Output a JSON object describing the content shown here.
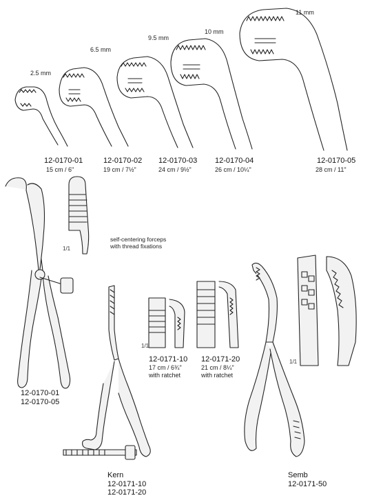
{
  "top_row": [
    {
      "jaw": "2.5 mm",
      "code": "12-0170-01",
      "size": "15 cm / 6\""
    },
    {
      "jaw": "6.5 mm",
      "code": "12-0170-02",
      "size": "19 cm / 7½\""
    },
    {
      "jaw": "9.5 mm",
      "code": "12-0170-03",
      "size": "24 cm / 9½\""
    },
    {
      "jaw": "10 mm",
      "code": "12-0170-04",
      "size": "26 cm / 10¼\""
    },
    {
      "jaw": "11 mm",
      "code": "12-0170-05",
      "size": "28 cm / 11\""
    }
  ],
  "self_centering": {
    "note_line1": "self-centering forceps",
    "note_line2": "with thread fixations",
    "scale": "1/1",
    "code1": "12-0170-01",
    "code2": "12-0170-05"
  },
  "kern": {
    "name": "Kern",
    "code1": "12-0171-10",
    "code2": "12-0171-20",
    "scale": "1/1",
    "variants": [
      {
        "code": "12-0171-10",
        "size": "17 cm / 6¾\"",
        "note": "with ratchet"
      },
      {
        "code": "12-0171-20",
        "size": "21 cm / 8¼\"",
        "note": "with ratchet"
      }
    ]
  },
  "semb": {
    "name": "Semb",
    "code": "12-0171-50",
    "scale": "1/1"
  }
}
